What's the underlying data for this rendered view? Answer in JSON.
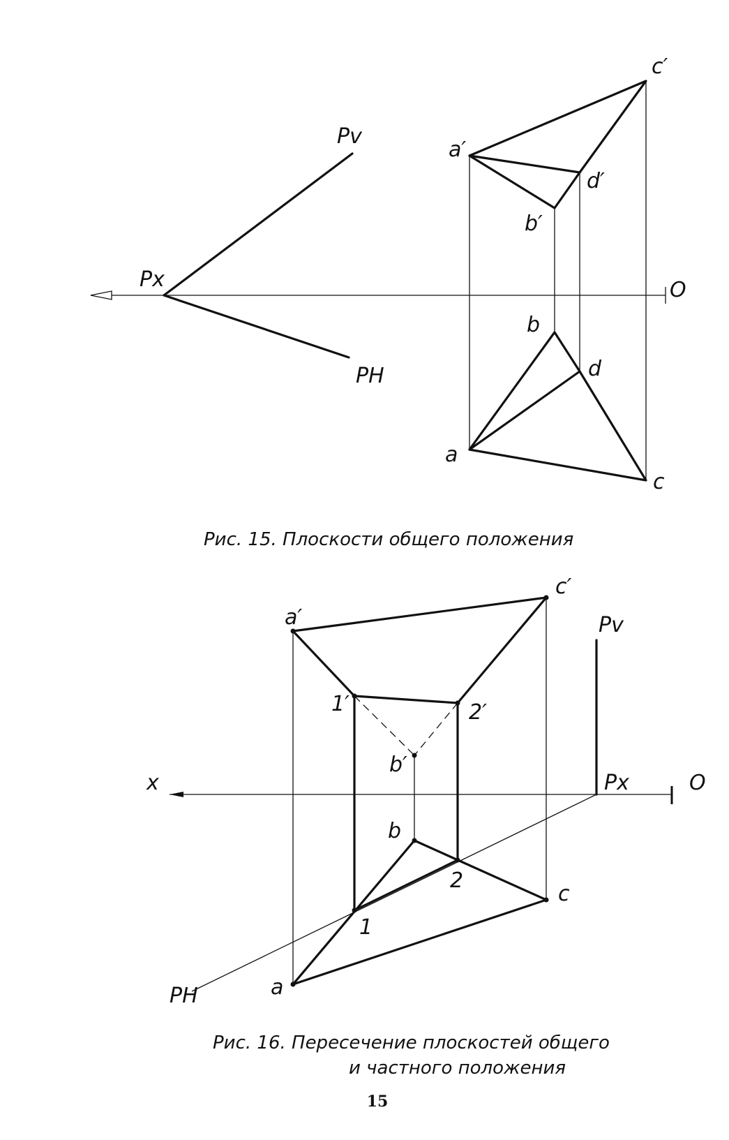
{
  "figure15": {
    "labels": {
      "pv": "Pv",
      "px": "Px",
      "ph": "PH",
      "o": "O",
      "a_prime": "a′",
      "b_prime": "b′",
      "c_prime": "c′",
      "d_prime": "d′",
      "a": "a",
      "b": "b",
      "c": "c",
      "d": "d"
    },
    "caption": "Рис. 15. Плоскости общего положения"
  },
  "figure16": {
    "labels": {
      "x": "x",
      "o": "O",
      "pv": "Pv",
      "px": "Px",
      "ph": "PH",
      "a_prime": "a′",
      "b_prime": "b′",
      "c_prime": "c′",
      "one_prime": "1′",
      "two_prime": "2′",
      "a": "a",
      "b": "b",
      "c": "c",
      "one": "1",
      "two": "2"
    },
    "caption_line1": "Рис. 16. Пересечение плоскостей общего",
    "caption_line2": "и частного положения"
  },
  "page_number": "15"
}
